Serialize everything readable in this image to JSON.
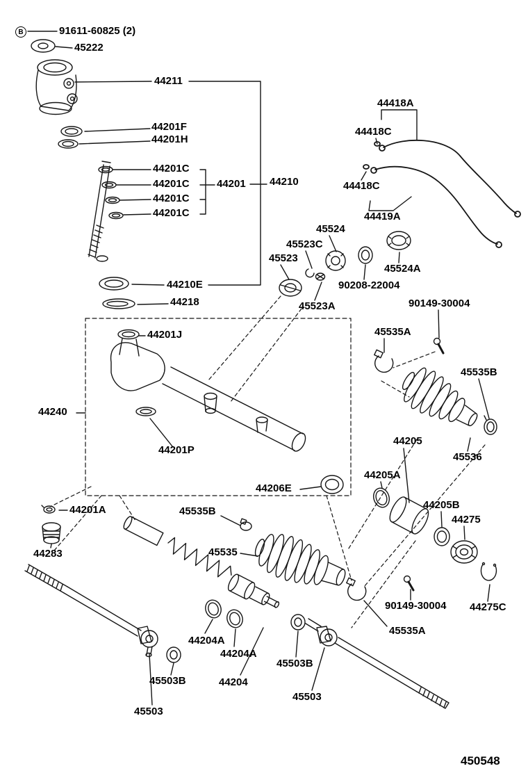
{
  "labels": {
    "b_ref": "B",
    "n91611": "91611-60825 (2)",
    "n45222": "45222",
    "n44211": "44211",
    "n44201F": "44201F",
    "n44201H": "44201H",
    "n44201C_1": "44201C",
    "n44201C_2": "44201C",
    "n44201C_3": "44201C",
    "n44201C_4": "44201C",
    "n44201": "44201",
    "n44210": "44210",
    "n44418A": "44418A",
    "n44418C_1": "44418C",
    "n44418C_2": "44418C",
    "n44419A": "44419A",
    "n45524": "45524",
    "n45523C": "45523C",
    "n45523": "45523",
    "n44210E": "44210E",
    "n45523A": "45523A",
    "n90208": "90208-22004",
    "n45524A": "45524A",
    "n44218": "44218",
    "n90149_right": "90149-30004",
    "n44201J": "44201J",
    "n45535A_right": "45535A",
    "n45535B_right": "45535B",
    "n44240": "44240",
    "n44201P": "44201P",
    "n44205": "44205",
    "n45536": "45536",
    "n44205A": "44205A",
    "n44206E": "44206E",
    "n44205B": "44205B",
    "n44275": "44275",
    "n44201A": "44201A",
    "n45535B_left": "45535B",
    "n44283": "44283",
    "n45535": "45535",
    "n90149_bottom": "90149-30004",
    "n44275C": "44275C",
    "n45535A_bottom": "45535A",
    "n44204A_1": "44204A",
    "n44204A_2": "44204A",
    "n45503B_left": "45503B",
    "n44204": "44204",
    "n45503B_right": "45503B",
    "n45503_left": "45503",
    "n45503_right": "45503",
    "figure_code": "450548"
  }
}
